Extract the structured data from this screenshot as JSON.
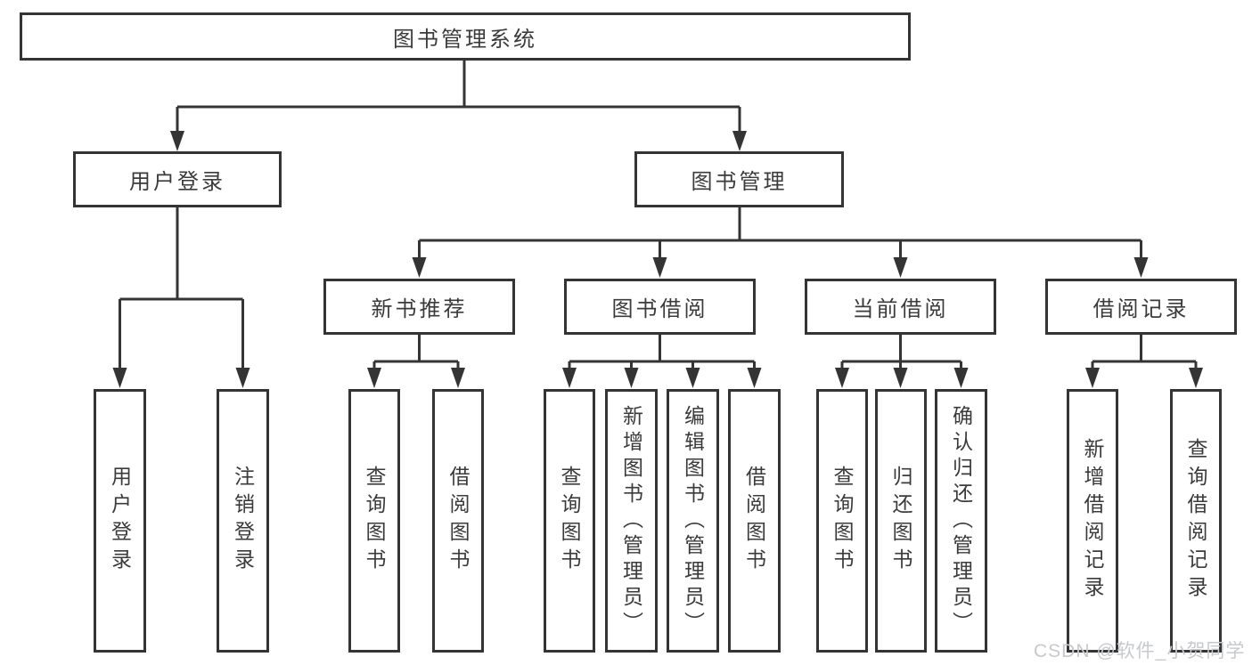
{
  "diagram": {
    "root": "图书管理系统",
    "branches": {
      "user_login": {
        "label": "用户登录",
        "children": [
          "用户登录",
          "注销登录"
        ]
      },
      "book_management": {
        "label": "图书管理",
        "sections": {
          "new_books": {
            "label": "新书推荐",
            "children": [
              "查询图书",
              "借阅图书"
            ]
          },
          "book_borrow": {
            "label": "图书借阅",
            "children": [
              "查询图书",
              "新增图书（管理员）",
              "编辑图书（管理员）",
              "借阅图书"
            ]
          },
          "current_borrow": {
            "label": "当前借阅",
            "children": [
              "查询图书",
              "归还图书",
              "确认归还（管理员）"
            ]
          },
          "borrow_records": {
            "label": "借阅记录",
            "children": [
              "新增借阅记录",
              "查询借阅记录"
            ]
          }
        }
      }
    }
  },
  "watermark": "CSDN @软件_小贺同学",
  "colors": {
    "line": "#343434",
    "box_border": "#343434",
    "box_fill": "#ffffff",
    "text": "#3b3b3b",
    "watermark": "#c7c9cc",
    "background": "#ffffff"
  }
}
